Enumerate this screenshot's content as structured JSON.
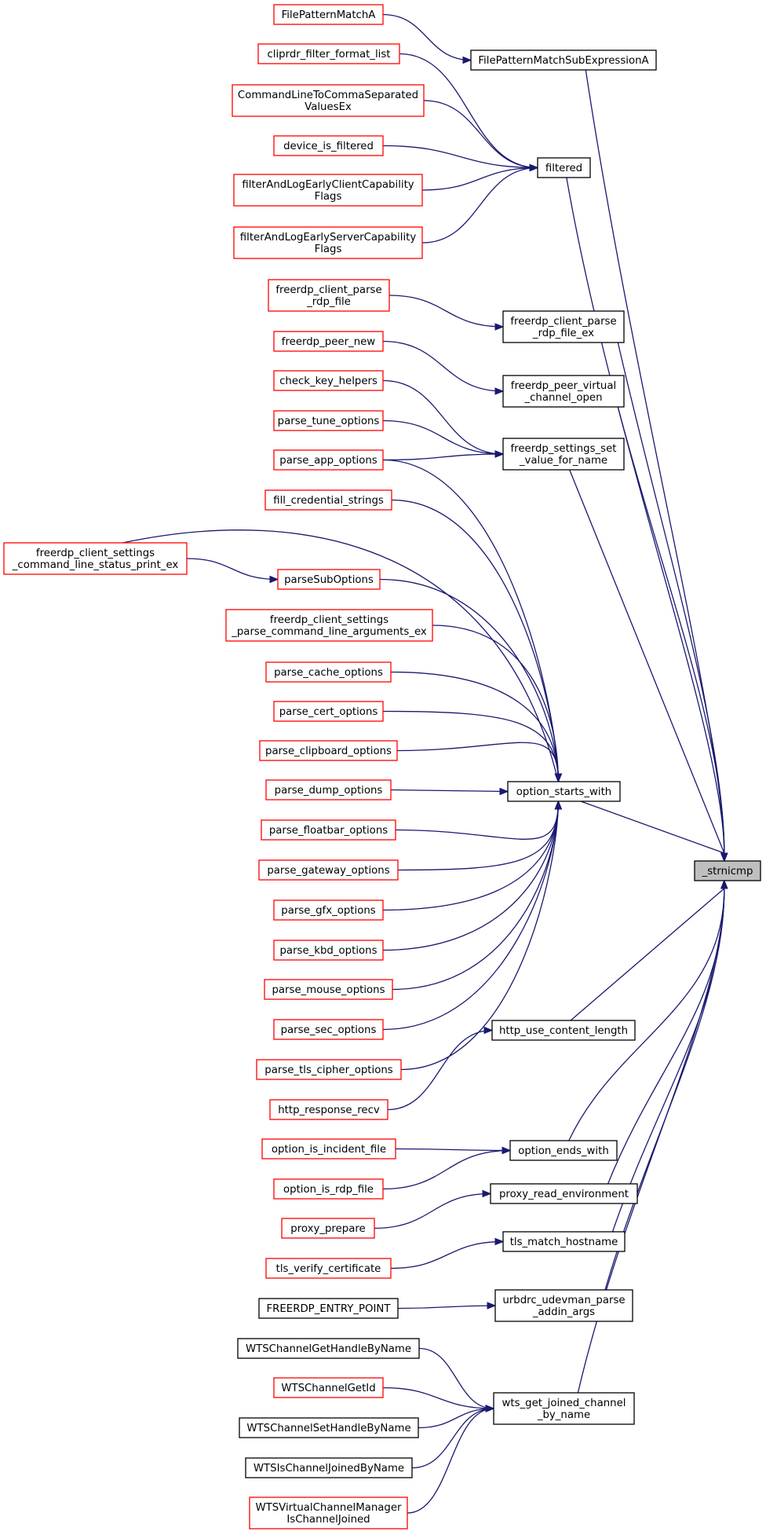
{
  "graph": {
    "title": "",
    "colors": {
      "edge": "#191970",
      "node_border_red": "#ff0000",
      "node_border_black": "#000000",
      "selected_fill": "#bfbfbf"
    },
    "nodes": [
      {
        "id": "n_strnicmp",
        "lines": [
          "_strnicmp"
        ],
        "style": "selected"
      },
      {
        "id": "n_FilePatternMatchA",
        "lines": [
          "FilePatternMatchA"
        ],
        "style": "red"
      },
      {
        "id": "n_FilePatternMatchSubExpressionA",
        "lines": [
          "FilePatternMatchSubExpressionA"
        ],
        "style": "black"
      },
      {
        "id": "n_cliprdr_filter_format_list",
        "lines": [
          "cliprdr_filter_format_list"
        ],
        "style": "red"
      },
      {
        "id": "n_CommandLineToCommaSeparatedValuesEx",
        "lines": [
          "CommandLineToCommaSeparated",
          "ValuesEx"
        ],
        "style": "red"
      },
      {
        "id": "n_device_is_filtered",
        "lines": [
          "device_is_filtered"
        ],
        "style": "red"
      },
      {
        "id": "n_filtered",
        "lines": [
          "filtered"
        ],
        "style": "black"
      },
      {
        "id": "n_filterAndLogEarlyClientCapabilityFlags",
        "lines": [
          "filterAndLogEarlyClientCapability",
          "Flags"
        ],
        "style": "red"
      },
      {
        "id": "n_filterAndLogEarlyServerCapabilityFlags",
        "lines": [
          "filterAndLogEarlyServerCapability",
          "Flags"
        ],
        "style": "red"
      },
      {
        "id": "n_freerdp_client_parse_rdp_file",
        "lines": [
          "freerdp_client_parse",
          "_rdp_file"
        ],
        "style": "red"
      },
      {
        "id": "n_freerdp_client_parse_rdp_file_ex",
        "lines": [
          "freerdp_client_parse",
          "_rdp_file_ex"
        ],
        "style": "black"
      },
      {
        "id": "n_freerdp_peer_new",
        "lines": [
          "freerdp_peer_new"
        ],
        "style": "red"
      },
      {
        "id": "n_freerdp_peer_virtual_channel_open",
        "lines": [
          "freerdp_peer_virtual",
          "_channel_open"
        ],
        "style": "black"
      },
      {
        "id": "n_check_key_helpers",
        "lines": [
          "check_key_helpers"
        ],
        "style": "red"
      },
      {
        "id": "n_parse_tune_options",
        "lines": [
          "parse_tune_options"
        ],
        "style": "red"
      },
      {
        "id": "n_freerdp_settings_set_value_for_name",
        "lines": [
          "freerdp_settings_set",
          "_value_for_name"
        ],
        "style": "black"
      },
      {
        "id": "n_parse_app_options",
        "lines": [
          "parse_app_options"
        ],
        "style": "red"
      },
      {
        "id": "n_fill_credential_strings",
        "lines": [
          "fill_credential_strings"
        ],
        "style": "red"
      },
      {
        "id": "n_freerdp_client_settings_command_line_status_print_ex",
        "lines": [
          "freerdp_client_settings",
          "_command_line_status_print_ex"
        ],
        "style": "red"
      },
      {
        "id": "n_parseSubOptions",
        "lines": [
          "parseSubOptions"
        ],
        "style": "red"
      },
      {
        "id": "n_freerdp_client_settings_parse_command_line_arguments_ex",
        "lines": [
          "freerdp_client_settings",
          "_parse_command_line_arguments_ex"
        ],
        "style": "red"
      },
      {
        "id": "n_parse_cache_options",
        "lines": [
          "parse_cache_options"
        ],
        "style": "red"
      },
      {
        "id": "n_parse_cert_options",
        "lines": [
          "parse_cert_options"
        ],
        "style": "red"
      },
      {
        "id": "n_parse_clipboard_options",
        "lines": [
          "parse_clipboard_options"
        ],
        "style": "red"
      },
      {
        "id": "n_parse_dump_options",
        "lines": [
          "parse_dump_options"
        ],
        "style": "red"
      },
      {
        "id": "n_option_starts_with",
        "lines": [
          "option_starts_with"
        ],
        "style": "black"
      },
      {
        "id": "n_parse_floatbar_options",
        "lines": [
          "parse_floatbar_options"
        ],
        "style": "red"
      },
      {
        "id": "n_parse_gateway_options",
        "lines": [
          "parse_gateway_options"
        ],
        "style": "red"
      },
      {
        "id": "n_parse_gfx_options",
        "lines": [
          "parse_gfx_options"
        ],
        "style": "red"
      },
      {
        "id": "n_parse_kbd_options",
        "lines": [
          "parse_kbd_options"
        ],
        "style": "red"
      },
      {
        "id": "n_parse_mouse_options",
        "lines": [
          "parse_mouse_options"
        ],
        "style": "red"
      },
      {
        "id": "n_parse_sec_options",
        "lines": [
          "parse_sec_options"
        ],
        "style": "red"
      },
      {
        "id": "n_http_use_content_length",
        "lines": [
          "http_use_content_length"
        ],
        "style": "black"
      },
      {
        "id": "n_parse_tls_cipher_options",
        "lines": [
          "parse_tls_cipher_options"
        ],
        "style": "red"
      },
      {
        "id": "n_http_response_recv",
        "lines": [
          "http_response_recv"
        ],
        "style": "red"
      },
      {
        "id": "n_option_is_incident_file",
        "lines": [
          "option_is_incident_file"
        ],
        "style": "red"
      },
      {
        "id": "n_option_ends_with",
        "lines": [
          "option_ends_with"
        ],
        "style": "black"
      },
      {
        "id": "n_option_is_rdp_file",
        "lines": [
          "option_is_rdp_file"
        ],
        "style": "red"
      },
      {
        "id": "n_proxy_read_environment",
        "lines": [
          "proxy_read_environment"
        ],
        "style": "black"
      },
      {
        "id": "n_proxy_prepare",
        "lines": [
          "proxy_prepare"
        ],
        "style": "red"
      },
      {
        "id": "n_tls_match_hostname",
        "lines": [
          "tls_match_hostname"
        ],
        "style": "black"
      },
      {
        "id": "n_tls_verify_certificate",
        "lines": [
          "tls_verify_certificate"
        ],
        "style": "red"
      },
      {
        "id": "n_FREERDP_ENTRY_POINT",
        "lines": [
          "FREERDP_ENTRY_POINT"
        ],
        "style": "black"
      },
      {
        "id": "n_urbdrc_udevman_parse_addin_args",
        "lines": [
          "urbdrc_udevman_parse",
          "_addin_args"
        ],
        "style": "black"
      },
      {
        "id": "n_WTSChannelGetHandleByName",
        "lines": [
          "WTSChannelGetHandleByName"
        ],
        "style": "black"
      },
      {
        "id": "n_WTSChannelGetId",
        "lines": [
          "WTSChannelGetId"
        ],
        "style": "red"
      },
      {
        "id": "n_wts_get_joined_channel_by_name",
        "lines": [
          "wts_get_joined_channel",
          "_by_name"
        ],
        "style": "black"
      },
      {
        "id": "n_WTSChannelSetHandleByName",
        "lines": [
          "WTSChannelSetHandleByName"
        ],
        "style": "black"
      },
      {
        "id": "n_WTSIsChannelJoinedByName",
        "lines": [
          "WTSIsChannelJoinedByName"
        ],
        "style": "black"
      },
      {
        "id": "n_WTSVirtualChannelManagerIsChannelJoined",
        "lines": [
          "WTSVirtualChannelManager",
          "IsChannelJoined"
        ],
        "style": "red"
      }
    ],
    "edges": [
      {
        "from": "n_FilePatternMatchA",
        "to": "n_FilePatternMatchSubExpressionA"
      },
      {
        "from": "n_FilePatternMatchSubExpressionA",
        "to": "n_strnicmp"
      },
      {
        "from": "n_cliprdr_filter_format_list",
        "to": "n_filtered"
      },
      {
        "from": "n_CommandLineToCommaSeparatedValuesEx",
        "to": "n_filtered"
      },
      {
        "from": "n_device_is_filtered",
        "to": "n_filtered"
      },
      {
        "from": "n_filterAndLogEarlyClientCapabilityFlags",
        "to": "n_filtered"
      },
      {
        "from": "n_filterAndLogEarlyServerCapabilityFlags",
        "to": "n_filtered"
      },
      {
        "from": "n_filtered",
        "to": "n_strnicmp"
      },
      {
        "from": "n_freerdp_client_parse_rdp_file",
        "to": "n_freerdp_client_parse_rdp_file_ex"
      },
      {
        "from": "n_freerdp_client_parse_rdp_file_ex",
        "to": "n_strnicmp"
      },
      {
        "from": "n_freerdp_peer_new",
        "to": "n_freerdp_peer_virtual_channel_open"
      },
      {
        "from": "n_freerdp_peer_virtual_channel_open",
        "to": "n_strnicmp"
      },
      {
        "from": "n_check_key_helpers",
        "to": "n_freerdp_settings_set_value_for_name"
      },
      {
        "from": "n_parse_tune_options",
        "to": "n_freerdp_settings_set_value_for_name"
      },
      {
        "from": "n_parse_app_options",
        "to": "n_freerdp_settings_set_value_for_name"
      },
      {
        "from": "n_freerdp_settings_set_value_for_name",
        "to": "n_strnicmp"
      },
      {
        "from": "n_parse_app_options",
        "to": "n_option_starts_with"
      },
      {
        "from": "n_fill_credential_strings",
        "to": "n_option_starts_with"
      },
      {
        "from": "n_freerdp_client_settings_command_line_status_print_ex",
        "to": "n_option_starts_with"
      },
      {
        "from": "n_freerdp_client_settings_command_line_status_print_ex",
        "to": "n_parseSubOptions"
      },
      {
        "from": "n_parseSubOptions",
        "to": "n_option_starts_with"
      },
      {
        "from": "n_freerdp_client_settings_parse_command_line_arguments_ex",
        "to": "n_option_starts_with"
      },
      {
        "from": "n_parse_cache_options",
        "to": "n_option_starts_with"
      },
      {
        "from": "n_parse_cert_options",
        "to": "n_option_starts_with"
      },
      {
        "from": "n_parse_clipboard_options",
        "to": "n_option_starts_with"
      },
      {
        "from": "n_parse_dump_options",
        "to": "n_option_starts_with"
      },
      {
        "from": "n_parse_floatbar_options",
        "to": "n_option_starts_with"
      },
      {
        "from": "n_parse_gateway_options",
        "to": "n_option_starts_with"
      },
      {
        "from": "n_parse_gfx_options",
        "to": "n_option_starts_with"
      },
      {
        "from": "n_parse_kbd_options",
        "to": "n_option_starts_with"
      },
      {
        "from": "n_parse_mouse_options",
        "to": "n_option_starts_with"
      },
      {
        "from": "n_parse_sec_options",
        "to": "n_option_starts_with"
      },
      {
        "from": "n_parse_tls_cipher_options",
        "to": "n_option_starts_with"
      },
      {
        "from": "n_option_starts_with",
        "to": "n_strnicmp"
      },
      {
        "from": "n_http_use_content_length",
        "to": "n_strnicmp"
      },
      {
        "from": "n_http_response_recv",
        "to": "n_http_use_content_length"
      },
      {
        "from": "n_option_is_incident_file",
        "to": "n_option_ends_with"
      },
      {
        "from": "n_option_is_rdp_file",
        "to": "n_option_ends_with"
      },
      {
        "from": "n_option_ends_with",
        "to": "n_strnicmp"
      },
      {
        "from": "n_proxy_prepare",
        "to": "n_proxy_read_environment"
      },
      {
        "from": "n_proxy_read_environment",
        "to": "n_strnicmp"
      },
      {
        "from": "n_tls_verify_certificate",
        "to": "n_tls_match_hostname"
      },
      {
        "from": "n_tls_match_hostname",
        "to": "n_strnicmp"
      },
      {
        "from": "n_FREERDP_ENTRY_POINT",
        "to": "n_urbdrc_udevman_parse_addin_args"
      },
      {
        "from": "n_urbdrc_udevman_parse_addin_args",
        "to": "n_strnicmp"
      },
      {
        "from": "n_WTSChannelGetHandleByName",
        "to": "n_wts_get_joined_channel_by_name"
      },
      {
        "from": "n_WTSChannelGetId",
        "to": "n_wts_get_joined_channel_by_name"
      },
      {
        "from": "n_WTSChannelSetHandleByName",
        "to": "n_wts_get_joined_channel_by_name"
      },
      {
        "from": "n_WTSIsChannelJoinedByName",
        "to": "n_wts_get_joined_channel_by_name"
      },
      {
        "from": "n_WTSVirtualChannelManagerIsChannelJoined",
        "to": "n_wts_get_joined_channel_by_name"
      },
      {
        "from": "n_wts_get_joined_channel_by_name",
        "to": "n_strnicmp"
      }
    ]
  }
}
